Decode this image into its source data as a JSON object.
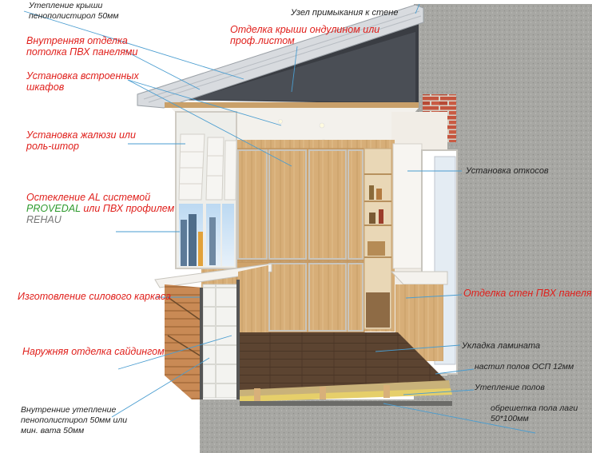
{
  "colors": {
    "label_red": "#e0201c",
    "label_black": "#222222",
    "label_green": "#2e9a2e",
    "label_gray": "#777777",
    "leader_line": "#4a9dd0",
    "wood": "#d9b27e",
    "brick": "#c4553e",
    "concrete": "#a9a9a5",
    "floor": "#5a4330"
  },
  "labels": {
    "roof_insulation_1": "Утепление крыши",
    "roof_insulation_2": "пенополистирол 50мм",
    "wall_junction": "Узел примыкания к стене",
    "ceiling_pvc_1": "Внутренняя отделка",
    "ceiling_pvc_2": "потолка ПВХ панелями",
    "roof_finish_1": "Отделка крыши ондулином или",
    "roof_finish_2": "проф.листом",
    "wardrobes_1": "Установка встроенных",
    "wardrobes_2": "шкафов",
    "blinds_1": "Установка жалюзи или",
    "blinds_2": "роль-штор",
    "glazing_1": "Остекление AL системой",
    "glazing_2a": "PROVEDAL",
    "glazing_2b": " или ПВХ профилем",
    "glazing_3": "REHAU",
    "slopes": "Установка откосов",
    "frame": "Изготовление силового каркаса",
    "wall_pvc": "Отделка стен ПВХ панелями",
    "siding": "Наружняя отделка сайдингом",
    "laminate": "Укладка ламината",
    "osb_floor": "настил полов ОСП 12мм",
    "floor_insulation": "Утепление полов",
    "inner_insulation_1": "Внутренние утепление",
    "inner_insulation_2": "пенополистирол 50мм или",
    "inner_insulation_3": "мин. вата 50мм",
    "joist_1": "обрешетка пола лаги",
    "joist_2": "50*100мм"
  }
}
